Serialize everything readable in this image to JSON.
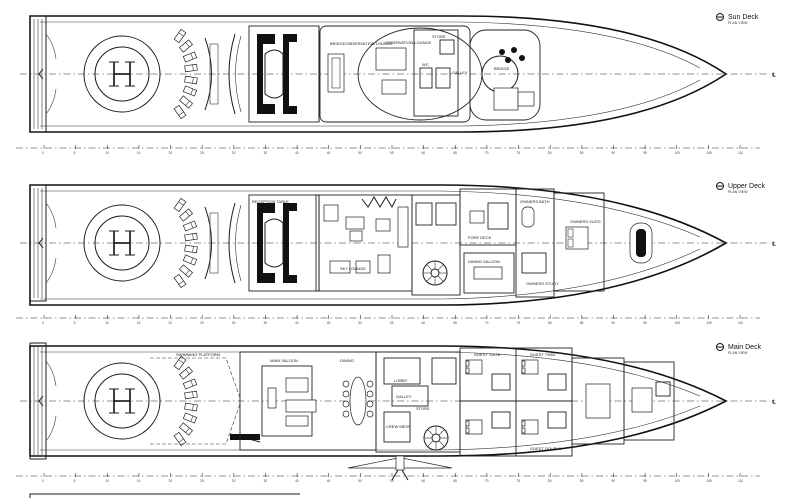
{
  "decks": [
    {
      "id": "sun",
      "name": "Sun Deck",
      "view": "PLAN VIEW",
      "rooms": [
        "BRIDGE/OBSERVATION LOUNGE",
        "OBSERVATION LOUNGE",
        "STORE",
        "WC",
        "GALLEY",
        "BRIDGE"
      ]
    },
    {
      "id": "upper",
      "name": "Upper Deck",
      "view": "PLAN VIEW",
      "rooms": [
        "RECEPTION TABLE",
        "SKY LOUNGE",
        "FORE DECK",
        "DINING SALOON",
        "OWNERS SUITE",
        "OWNERS STUDY",
        "OWNERS BATH"
      ]
    },
    {
      "id": "main",
      "name": "Main Deck",
      "view": "PLAN VIEW",
      "rooms": [
        "SWIMMING PLATFORM",
        "MAIN SALOON",
        "DINING",
        "GUEST SUITE",
        "GUEST TWIN",
        "GUEST DOUBLE",
        "LOBBY",
        "GALLEY",
        "CREW MESS",
        "STORE"
      ]
    }
  ],
  "centerline_symbol": "℄",
  "scale_ticks": [
    "0",
    "5",
    "10",
    "15",
    "20",
    "25",
    "30",
    "35",
    "40",
    "45",
    "50",
    "55",
    "60",
    "65",
    "70",
    "75",
    "80",
    "85",
    "90",
    "95",
    "100",
    "105",
    "110"
  ]
}
